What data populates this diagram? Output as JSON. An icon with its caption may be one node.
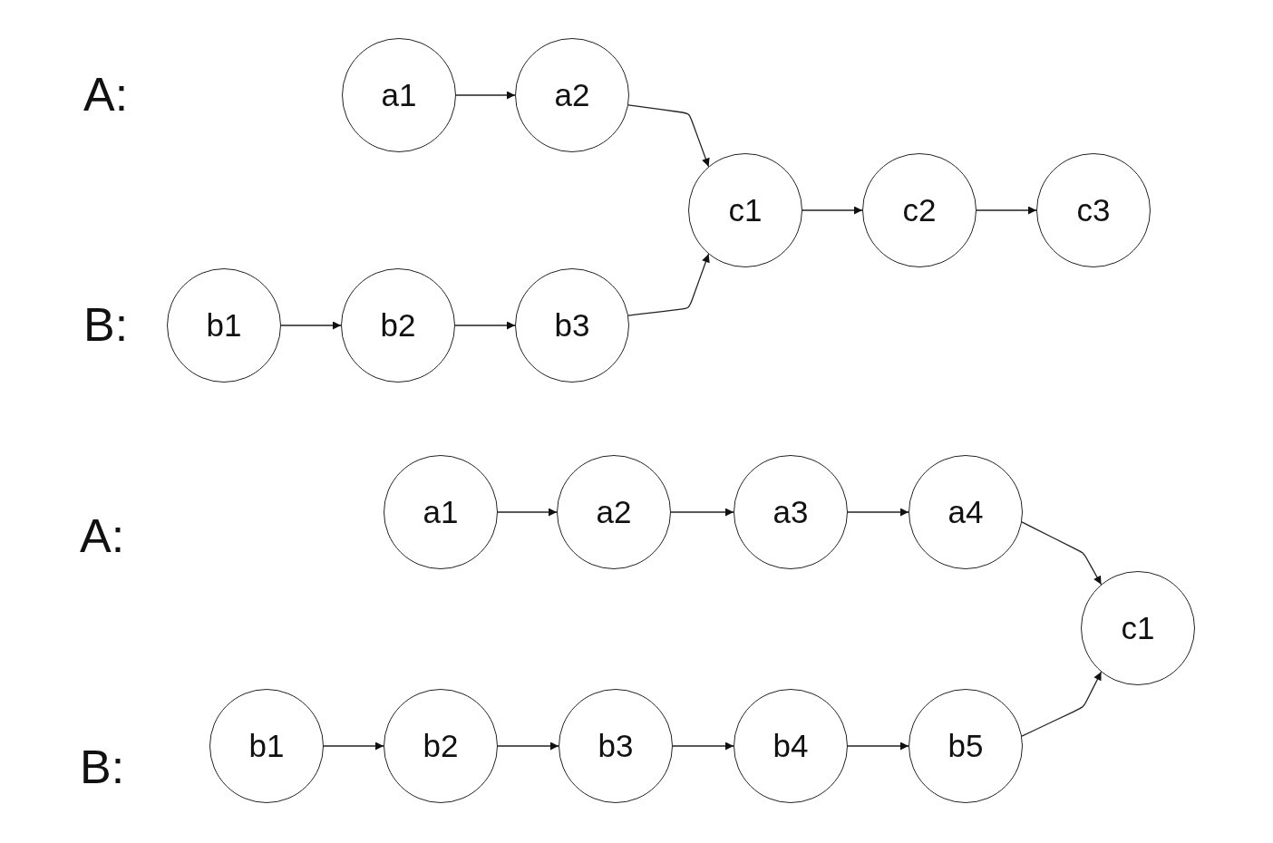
{
  "diagram": {
    "nodes": [
      {
        "text": [
          "a1"
        ]
      },
      {
        "text": [
          "a2"
        ]
      },
      {
        "text": [
          "c1"
        ]
      },
      {
        "text": [
          "c2"
        ]
      },
      {
        "text": [
          "c3"
        ]
      },
      {
        "text": [
          "b1"
        ]
      },
      {
        "text": [
          "b2"
        ]
      },
      {
        "text": [
          "b3"
        ]
      },
      {
        "text": [
          "a1"
        ]
      },
      {
        "text": [
          "a2"
        ]
      },
      {
        "text": [
          "a3"
        ]
      },
      {
        "text": [
          "a4"
        ]
      },
      {
        "text": [
          "c1"
        ]
      },
      {
        "text": [
          "b1"
        ]
      },
      {
        "text": [
          "b2"
        ]
      },
      {
        "text": [
          "b3"
        ]
      },
      {
        "text": [
          "b4"
        ]
      },
      {
        "text": [
          "b5"
        ]
      }
    ],
    "edges": [
      {
        "from": 0,
        "to": 1,
        "arrow": "to"
      },
      {
        "from": 1,
        "to": 2,
        "arrow": "to"
      },
      {
        "from": 5,
        "to": 6,
        "arrow": "to"
      },
      {
        "from": 6,
        "to": 7,
        "arrow": "to"
      },
      {
        "from": 7,
        "to": 2,
        "arrow": "to"
      },
      {
        "from": 2,
        "to": 3,
        "arrow": "to"
      },
      {
        "from": 3,
        "to": 4,
        "arrow": "to"
      },
      {
        "from": 8,
        "to": 9,
        "arrow": "to"
      },
      {
        "from": 9,
        "to": 10,
        "arrow": "to"
      },
      {
        "from": 10,
        "to": 11,
        "arrow": "to"
      },
      {
        "from": 11,
        "to": 12,
        "arrow": "to"
      },
      {
        "from": 13,
        "to": 14,
        "arrow": "to"
      },
      {
        "from": 14,
        "to": 15,
        "arrow": "to"
      },
      {
        "from": 15,
        "to": 16,
        "arrow": "to"
      },
      {
        "from": 16,
        "to": 17,
        "arrow": "to"
      },
      {
        "from": 17,
        "to": 12,
        "arrow": "to"
      }
    ],
    "labels": [
      "A:",
      "B:",
      "A:",
      "B:"
    ]
  }
}
